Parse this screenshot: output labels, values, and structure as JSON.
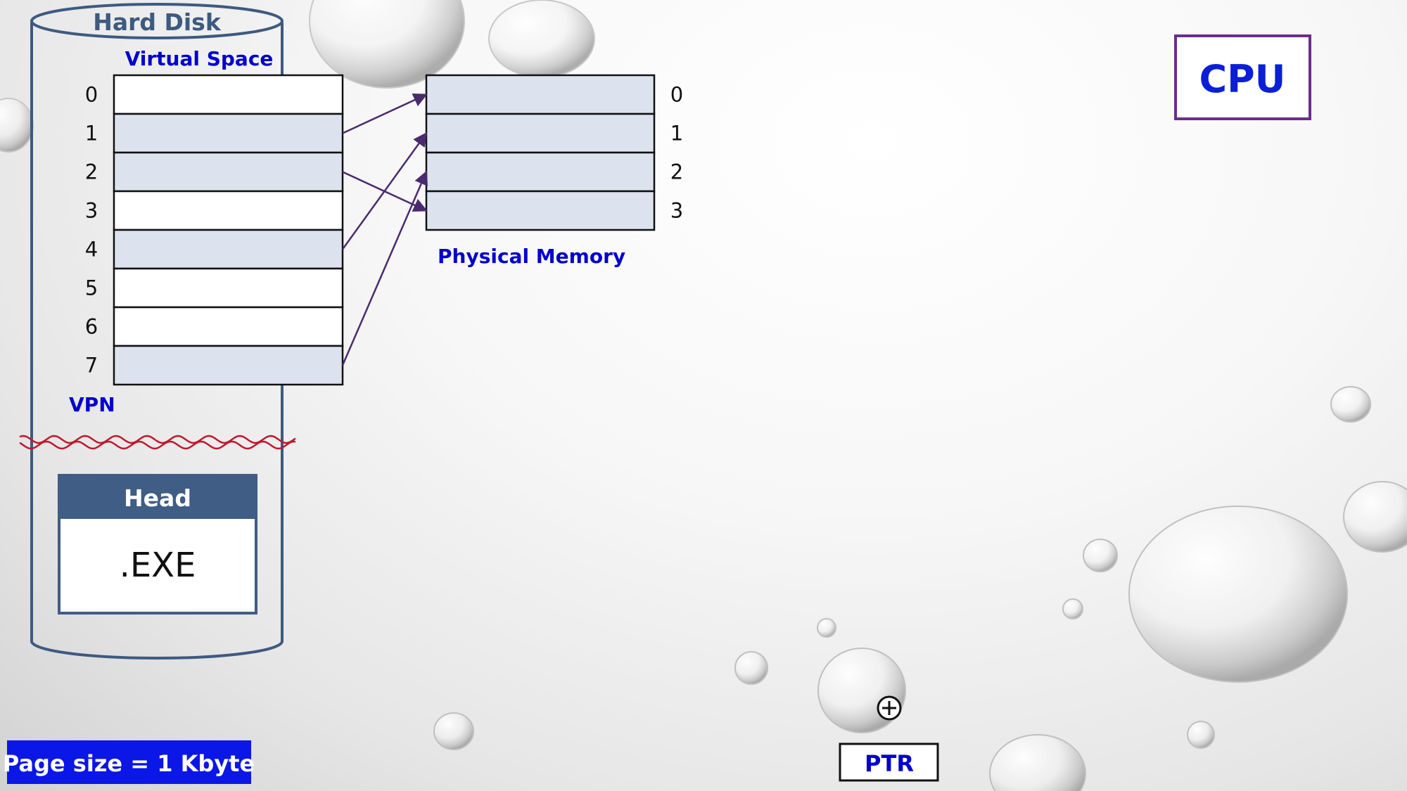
{
  "hard_disk": {
    "title": "Hard Disk",
    "virtual_space_label": "Virtual Space",
    "vpn_label": "VPN",
    "pages": [
      {
        "index": "0",
        "mapped": false
      },
      {
        "index": "1",
        "mapped": true
      },
      {
        "index": "2",
        "mapped": true
      },
      {
        "index": "3",
        "mapped": false
      },
      {
        "index": "4",
        "mapped": true
      },
      {
        "index": "5",
        "mapped": false
      },
      {
        "index": "6",
        "mapped": false
      },
      {
        "index": "7",
        "mapped": true
      }
    ],
    "file": {
      "head_label": "Head",
      "body_label": ".EXE"
    }
  },
  "physical_memory": {
    "label": "Physical Memory",
    "frames": [
      {
        "index": "0"
      },
      {
        "index": "1"
      },
      {
        "index": "2"
      },
      {
        "index": "3"
      }
    ]
  },
  "mappings": [
    {
      "vpn": 1,
      "frame": 0
    },
    {
      "vpn": 2,
      "frame": 3
    },
    {
      "vpn": 4,
      "frame": 1
    },
    {
      "vpn": 7,
      "frame": 2
    }
  ],
  "cpu": {
    "label": "CPU"
  },
  "page_size": {
    "label": "Page size = 1 Kbyte"
  },
  "ptr": {
    "label": "PTR"
  },
  "colors": {
    "mapped_fill": "#dde3ee",
    "unmapped_fill": "#ffffff",
    "arrow": "#4a2a6e",
    "disk_outline": "#3d5a80",
    "squiggle": "#c0182e",
    "cpu_border": "#6a2d8c",
    "page_size_bg": "#0a17e6"
  },
  "icons": {
    "zoom": "zoom-plus-icon"
  }
}
